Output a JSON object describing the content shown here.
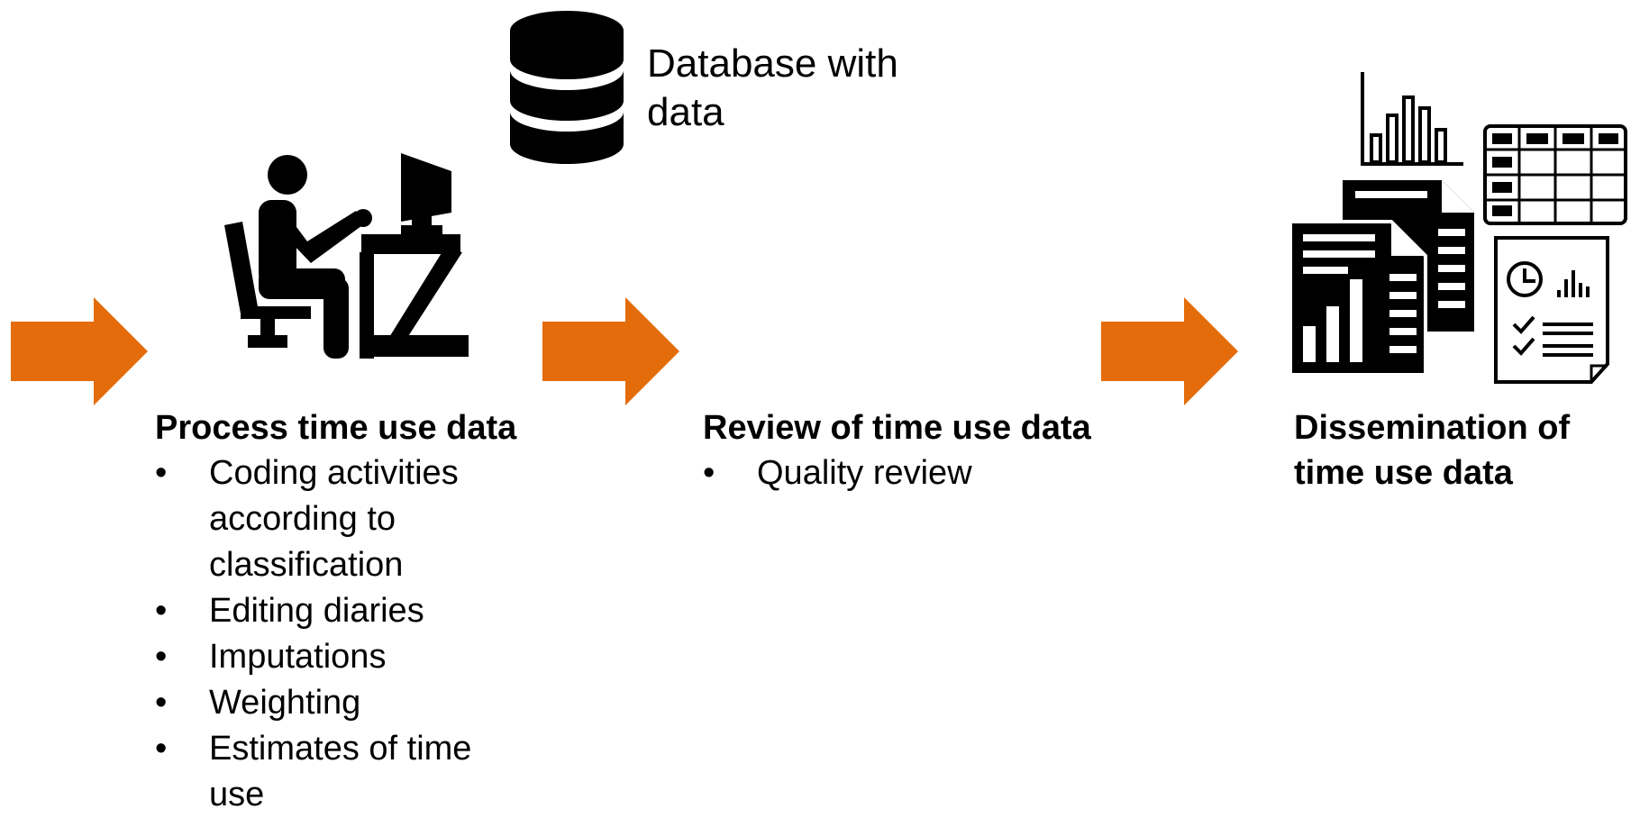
{
  "colors": {
    "arrow": "#E46C0A",
    "icon": "#000000",
    "background": "#FFFFFF"
  },
  "database": {
    "icon": "database-icon",
    "label": "Database with data"
  },
  "steps": [
    {
      "icon": "person-at-computer-icon",
      "title": "Process time use data",
      "items": [
        "Coding activities according to classification",
        "Editing diaries",
        "Imputations",
        "Weighting",
        "Estimates of time use"
      ]
    },
    {
      "title": "Review of time use data",
      "items": [
        "Quality review"
      ]
    },
    {
      "icon": "reports-and-charts-icon",
      "title": "Dissemination of time use data",
      "items": []
    }
  ]
}
